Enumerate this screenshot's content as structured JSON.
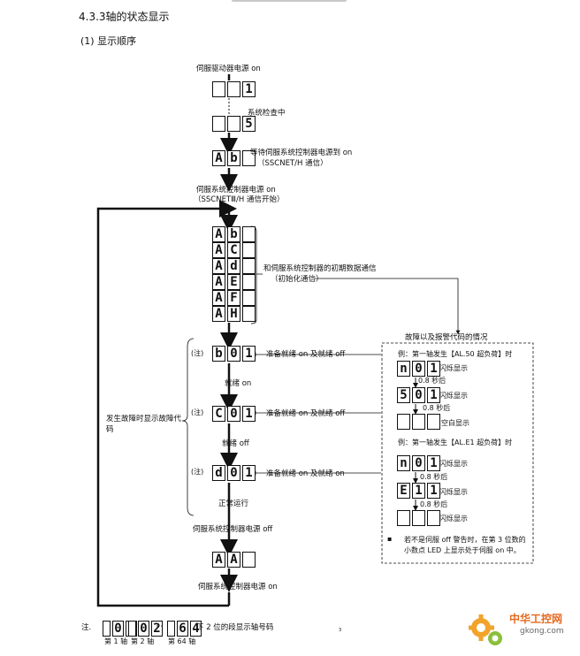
{
  "header": {
    "section_title": "4.3.3轴的状态显示",
    "subsection": "(1)  显示顺序"
  },
  "flow": {
    "step_power_on": "伺服驱动器电源 on",
    "lcd_init": [
      "",
      "",
      "1"
    ],
    "step_dots": "⋮",
    "system_check": "系统检查中",
    "lcd_check": [
      "",
      "",
      "5"
    ],
    "lcd_wait": [
      "A",
      "b",
      ""
    ],
    "wait_line1": "等待伺服系统控制器电源到 on",
    "wait_line2": "（SSCNET/H 通信）",
    "ctrl_on_line1": "伺服系统控制器电源 on",
    "ctrl_on_line2": "（SSCNETⅢ/H 通信开始）",
    "init_codes": [
      [
        "A",
        "b",
        ""
      ],
      [
        "A",
        "C",
        ""
      ],
      [
        "A",
        "d",
        ""
      ],
      [
        "A",
        "E",
        ""
      ],
      [
        "A",
        "F",
        ""
      ],
      [
        "A",
        "H",
        ""
      ]
    ],
    "init_line1": "和伺服系统控制器的初期数据通信",
    "init_line2": "（初始化通信）",
    "note_mark": "(注)",
    "lcd_b01": [
      "b",
      "0",
      "1"
    ],
    "ready_on_text": "准备就绪 on 及就绪 off",
    "servo_on": "就绪 on",
    "lcd_c01": [
      "C",
      "0",
      "1"
    ],
    "ready_off_text": "准备就绪 on 及就绪 off",
    "servo_off": "就绪 off",
    "lcd_d01": [
      "d",
      "0",
      "1"
    ],
    "ready_on_on_text": "准备就绪 on 及就绪 on",
    "normal_run": "正常运行",
    "ctrl_off": "伺服系统控制器电源 off",
    "lcd_aa": [
      "A",
      "A",
      ""
    ],
    "ctrl_on_final": "伺服系统控制器电源 on",
    "fault_label_1": "发生故障时显示故障代",
    "fault_label_2": "码"
  },
  "alarm_box": {
    "title": "故障以及报警代码的情况",
    "example1": "例：第一轴发生【AL.50 超负荷】时",
    "lcd_n01": [
      "n",
      "0",
      "1"
    ],
    "flash1": "闪烁显示",
    "after1": "0.8 秒后",
    "lcd_501": [
      "5",
      "0",
      "1"
    ],
    "flash2": "闪烁显示",
    "after2": "0.8 秒后",
    "lcd_blank": [
      "",
      "",
      ""
    ],
    "blank_display": "空白显示",
    "example2": "例：第一轴发生【AL.E1 超负荷】时",
    "lcd_n01b": [
      "n",
      "0",
      "1"
    ],
    "flash3": "闪烁显示",
    "after3": "0.8 秒后",
    "lcd_e11": [
      "E",
      "1",
      "1"
    ],
    "flash4": "闪烁显示",
    "after4": "0.8 秒后",
    "lcd_blank2": [
      "",
      "",
      ""
    ],
    "flash5": "闪烁显示",
    "note_line1": "若不是伺服 off 警告时，在第 3 位数的",
    "note_line2": "小数点 LED 上显示处于伺服 on 中。"
  },
  "footer_note": {
    "label": "注.",
    "lcd_axis1": [
      "",
      "0",
      "1"
    ],
    "lcd_axis2": [
      "",
      "0",
      "2"
    ],
    "ellipsis": "···",
    "lcd_axis64": [
      "",
      "6",
      "4"
    ],
    "desc": "下 2 位的段显示轴号码",
    "axis1": "第 1 轴",
    "axis2": "第 2 轴",
    "axis64": "第 64 轴",
    "page_mark": "3"
  },
  "watermark": {
    "brand": "中华工控网",
    "site": "gkong.com"
  }
}
